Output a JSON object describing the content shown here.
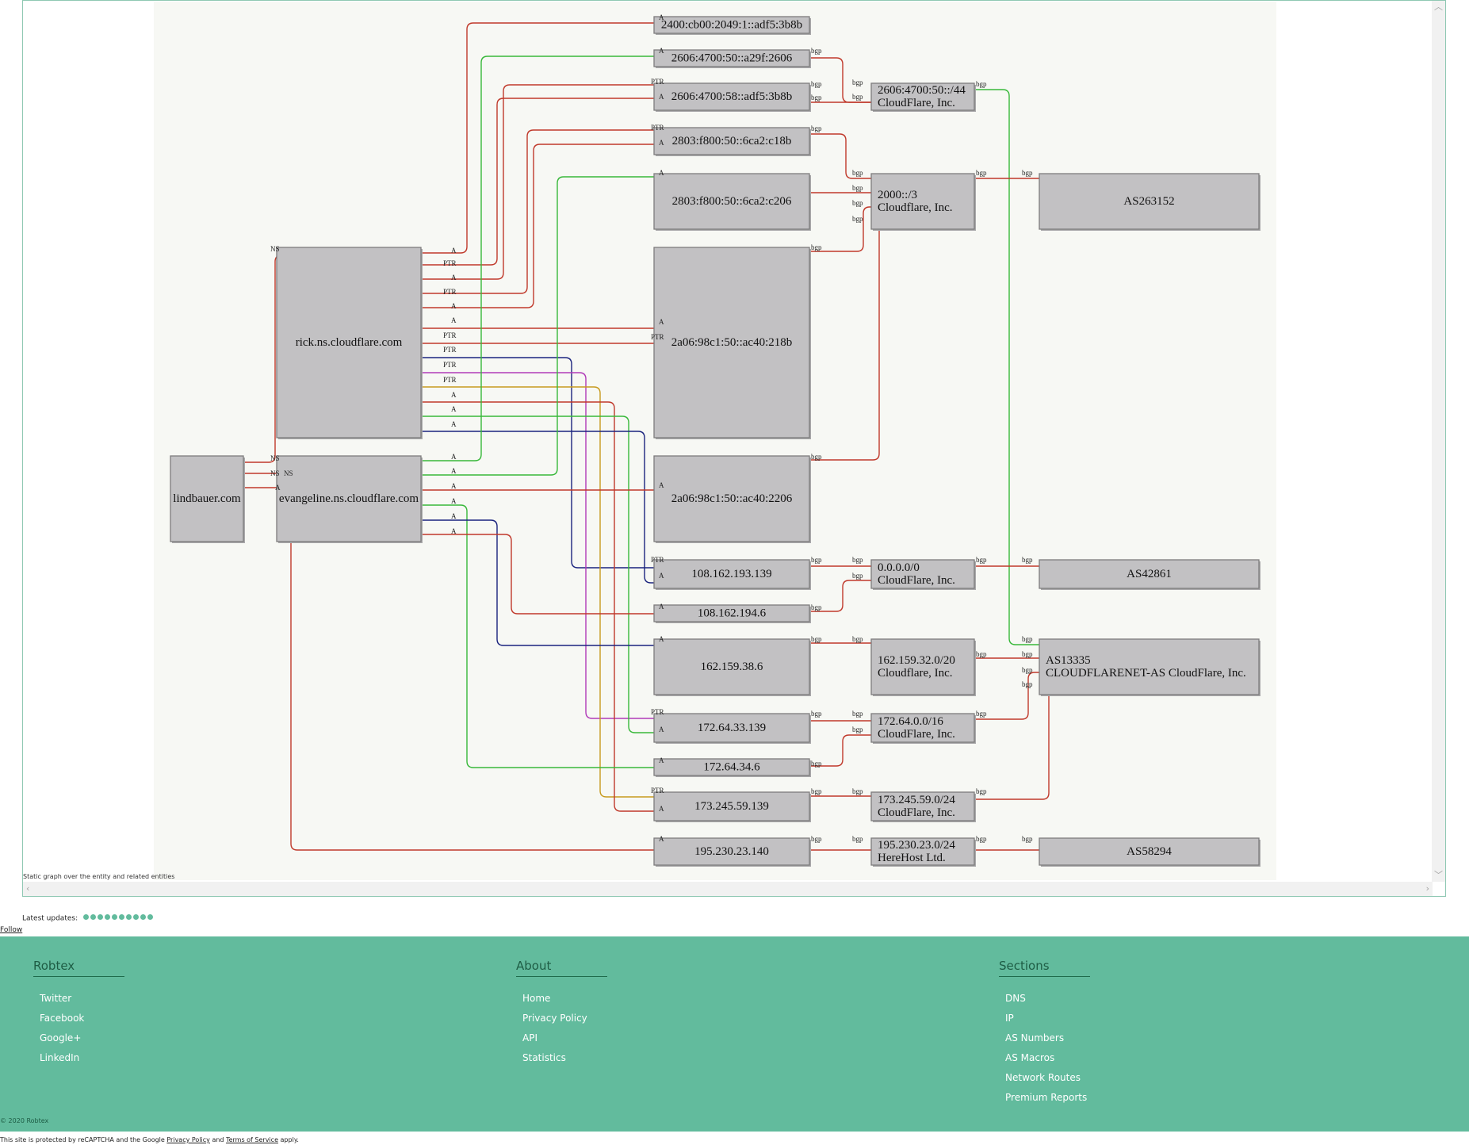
{
  "graph": {
    "caption": "Static graph over the entity and related entities",
    "nodes": [
      {
        "id": "lindbauer",
        "lines": [
          "lindbauer.com"
        ]
      },
      {
        "id": "rick",
        "lines": [
          "rick.ns.cloudflare.com"
        ]
      },
      {
        "id": "evangeline",
        "lines": [
          "evangeline.ns.cloudflare.com"
        ]
      },
      {
        "id": "ip6_1",
        "lines": [
          "2400:cb00:2049:1::adf5:3b8b"
        ]
      },
      {
        "id": "ip6_2",
        "lines": [
          "2606:4700:50::a29f:2606"
        ]
      },
      {
        "id": "ip6_3",
        "lines": [
          "2606:4700:58::adf5:3b8b"
        ]
      },
      {
        "id": "ip6_4",
        "lines": [
          "2803:f800:50::6ca2:c18b"
        ]
      },
      {
        "id": "ip6_5",
        "lines": [
          "2803:f800:50::6ca2:c206"
        ]
      },
      {
        "id": "ip6_6",
        "lines": [
          "2a06:98c1:50::ac40:218b"
        ]
      },
      {
        "id": "ip6_7",
        "lines": [
          "2a06:98c1:50::ac40:2206"
        ]
      },
      {
        "id": "ip4_1",
        "lines": [
          "108.162.193.139"
        ]
      },
      {
        "id": "ip4_2",
        "lines": [
          "108.162.194.6"
        ]
      },
      {
        "id": "ip4_3",
        "lines": [
          "162.159.38.6"
        ]
      },
      {
        "id": "ip4_4",
        "lines": [
          "172.64.33.139"
        ]
      },
      {
        "id": "ip4_5",
        "lines": [
          "172.64.34.6"
        ]
      },
      {
        "id": "ip4_6",
        "lines": [
          "173.245.59.139"
        ]
      },
      {
        "id": "ip4_7",
        "lines": [
          "195.230.23.140"
        ]
      },
      {
        "id": "r1",
        "lines": [
          "2606:4700:50::/44",
          "CloudFlare, Inc."
        ]
      },
      {
        "id": "r2",
        "lines": [
          "2000::/3",
          "Cloudflare, Inc."
        ]
      },
      {
        "id": "r3",
        "lines": [
          "0.0.0.0/0",
          "CloudFlare, Inc."
        ]
      },
      {
        "id": "r4",
        "lines": [
          "162.159.32.0/20",
          "Cloudflare, Inc."
        ]
      },
      {
        "id": "r5",
        "lines": [
          "172.64.0.0/16",
          "CloudFlare, Inc."
        ]
      },
      {
        "id": "r6",
        "lines": [
          "173.245.59.0/24",
          "CloudFlare, Inc."
        ]
      },
      {
        "id": "r7",
        "lines": [
          "195.230.23.0/24",
          "HereHost Ltd."
        ]
      },
      {
        "id": "as1",
        "lines": [
          "AS263152"
        ]
      },
      {
        "id": "as2",
        "lines": [
          "AS42861"
        ]
      },
      {
        "id": "as3",
        "lines": [
          "AS13335",
          "CLOUDFLARENET-AS CloudFlare, Inc."
        ]
      },
      {
        "id": "as4",
        "lines": [
          "AS58294"
        ]
      }
    ],
    "edge_labels": [
      "NS",
      "A",
      "PTR",
      "bgp"
    ]
  },
  "updates": {
    "label": "Latest updates:",
    "count": 10
  },
  "follow": "Follow",
  "footer": {
    "columns": [
      {
        "title": "Robtex",
        "items": [
          "Twitter",
          "Facebook",
          "Google+",
          "LinkedIn"
        ]
      },
      {
        "title": "About",
        "items": [
          "Home",
          "Privacy Policy",
          "API",
          "Statistics"
        ]
      },
      {
        "title": "Sections",
        "items": [
          "DNS",
          "IP",
          "AS Numbers",
          "AS Macros",
          "Network Routes",
          "Premium Reports"
        ]
      }
    ],
    "copyright": "© 2020 Robtex"
  },
  "recaptcha": {
    "prefix": "This site is protected by reCAPTCHA and the Google",
    "privacy": "Privacy Policy",
    "and": "and",
    "terms": "Terms of Service",
    "suffix": "apply."
  },
  "colors": {
    "red": "#c0392b",
    "green": "#38b83a",
    "navy": "#1a237e",
    "magenta": "#b03ab8",
    "gold": "#c79a1e",
    "footer": "#62bb9d"
  }
}
